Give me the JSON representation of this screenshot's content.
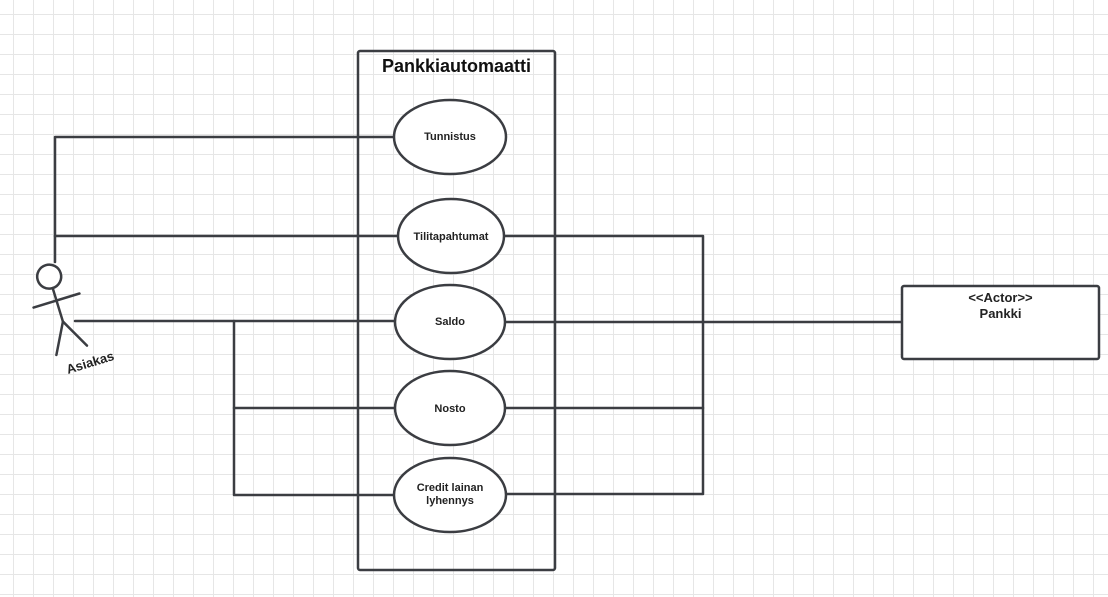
{
  "system": {
    "title": "Pankkiautomaatti"
  },
  "actors": {
    "customer": {
      "name": "Asiakas"
    },
    "bank": {
      "stereotype": "<<Actor>>",
      "name": "Pankki"
    }
  },
  "use_cases": [
    {
      "id": "tunnistus",
      "lines": [
        "Tunnistus"
      ]
    },
    {
      "id": "tilitapahtumat",
      "lines": [
        "Tilitapahtumat"
      ]
    },
    {
      "id": "saldo",
      "lines": [
        "Saldo"
      ]
    },
    {
      "id": "nosto",
      "lines": [
        "Nosto"
      ]
    },
    {
      "id": "credit",
      "lines": [
        "Credit lainan",
        "lyhennys"
      ]
    }
  ]
}
